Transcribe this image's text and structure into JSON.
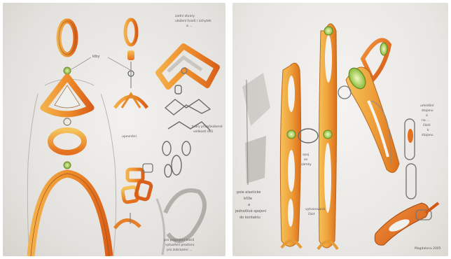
{
  "image": {
    "panels": [
      {
        "id": "left",
        "subject": "concept sketch sheet: articulated figure with orange-marker skeleton parts"
      },
      {
        "id": "right",
        "subject": "concept sketch sheet: elongated link segments with joints and shelf-like assemblies"
      }
    ],
    "palette": {
      "marker_orange": "#e8731f",
      "marker_amber": "#f0a93a",
      "joint_green": "#9bc34a",
      "pencil_grey": "#6b6b6b",
      "paper": "#eceae6"
    }
  },
  "left_notes": {
    "klby": "klby",
    "top_right_1": "zadní otvory",
    "top_right_2": "uložení tvarů / úchytek",
    "top_right_3": "a ...",
    "mid_right_1": "tvary přizpůsobené",
    "mid_right_2": "velikosti dílů",
    "small_mid": "upevnění",
    "bottom_1": "pro propojení tvarů",
    "bottom_2": "vytvoření prostoru",
    "bottom_3": "pro zobrazení ..."
  },
  "right_notes": {
    "left_bottom_1": "pole elastické",
    "left_bottom_2": "kříže",
    "left_bottom_3": "a",
    "left_bottom_4": "jednotlivé spojení",
    "left_bottom_5": "do kontaktu",
    "mid_1": "spoj",
    "mid_2": "se",
    "mid_3": "zámky",
    "low_mid_1": "vytvarovaná",
    "low_mid_2": "část",
    "right_1": "umístění",
    "right_2": "stojanu",
    "right_3": "a",
    "right_4": "na ...",
    "right_5": "části",
    "right_6": "k",
    "right_7": "stojanu",
    "signature": "Magdalena 2005"
  }
}
